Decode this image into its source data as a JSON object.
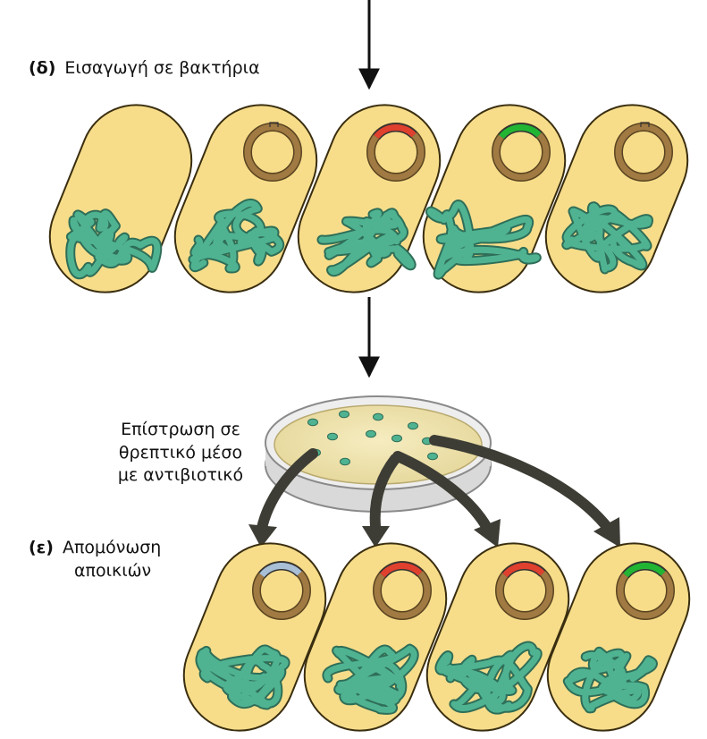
{
  "step_d": {
    "tag": "(δ)",
    "text": "Εισαγωγή σε βακτήρια"
  },
  "plating": {
    "line1": "Επίστρωση σε",
    "line2": "θρεπτικό μέσο",
    "line3": "με αντιβιοτικό"
  },
  "step_e": {
    "tag": "(ε)",
    "line1": "Απομόνωση",
    "line2": "αποικιών"
  },
  "colors": {
    "cell_fill": "#f7dd8a",
    "cell_stroke": "#3a2e10",
    "dna": "#4fb391",
    "plasmid": "#a07a42",
    "insert_red": "#e0402e",
    "insert_green": "#22b533",
    "insert_blue": "#a8bfd6",
    "arrow": "#3d3d35",
    "agar": "#f0e4aa"
  },
  "top_row_cells": [
    {
      "plasmid": false,
      "insert": "none"
    },
    {
      "plasmid": true,
      "insert": "none"
    },
    {
      "plasmid": true,
      "insert": "red"
    },
    {
      "plasmid": true,
      "insert": "green"
    },
    {
      "plasmid": true,
      "insert": "none"
    }
  ],
  "bottom_row_cells": [
    {
      "plasmid": true,
      "insert": "blue"
    },
    {
      "plasmid": true,
      "insert": "red"
    },
    {
      "plasmid": true,
      "insert": "red"
    },
    {
      "plasmid": true,
      "insert": "green"
    }
  ]
}
